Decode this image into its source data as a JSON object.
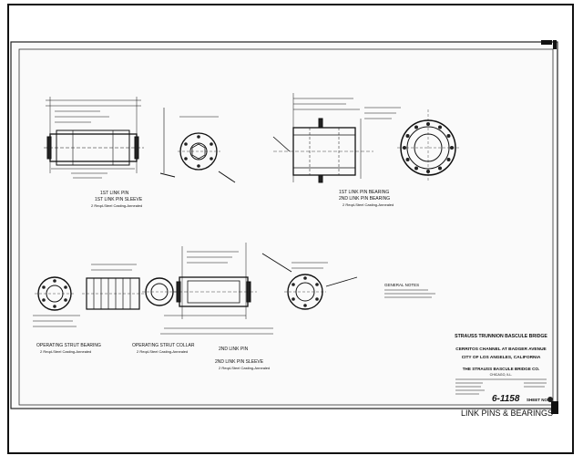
{
  "views": {
    "v1": {
      "line1": "1ST LINK PIN",
      "line2": "1ST LINK PIN SLEEVE",
      "line3": "2 Reqd-Steel Casting-Annealed"
    },
    "v2": {
      "line1": "1ST LINK PIN BEARING",
      "line2": "2ND LINK PIN BEARING",
      "line3": "2 Reqd-Steel Casting-Annealed"
    },
    "v3": {
      "line1": "OPERATING STRUT BEARING",
      "line2": "2 Reqd-Steel Casting-Annealed"
    },
    "v4": {
      "line1": "OPERATING STRUT COLLAR",
      "line2": "2 Reqd-Steel Casting-Annealed"
    },
    "v5": {
      "line1": "2ND LINK PIN",
      "line2": "2ND LINK PIN SLEEVE",
      "line3": "2 Reqd-Steel Casting-Annealed"
    },
    "notes_label": "GENERAL NOTES"
  },
  "title_block": {
    "l1": "STRAUSS TRUNNION BASCULE BRIDGE",
    "l2": "CERRITOS CHANNEL AT BADGER AVENUE",
    "l3": "CITY OF LOS ANGELES, CALIFORNIA",
    "l4": "THE STRAUSS BASCULE BRIDGE CO.",
    "l5": "CHICAGO, ILL.",
    "drawing_no": "6-1158",
    "sheet_label": "SHEET NO."
  },
  "caption": "LINK PINS & BEARINGS"
}
